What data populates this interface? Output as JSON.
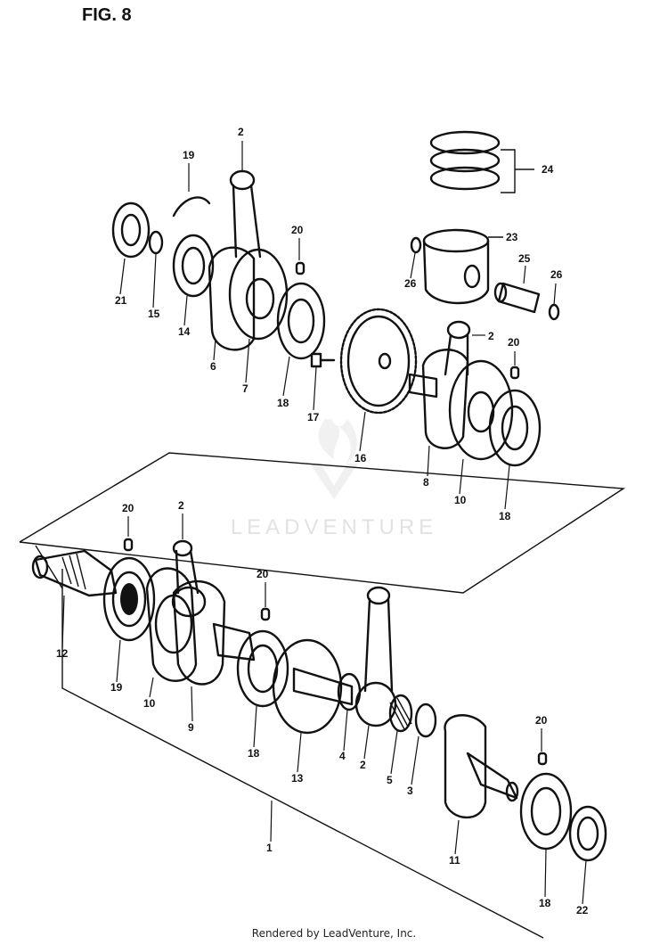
{
  "figure": {
    "title": "FIG. 8",
    "footer": "Rendered by LeadVenture, Inc.",
    "watermark": "LEADVENTURE"
  },
  "callouts": {
    "c1": "1",
    "c2a": "2",
    "c2b": "2",
    "c2c": "2",
    "c2d": "2",
    "c3": "3",
    "c4": "4",
    "c5": "5",
    "c6": "6",
    "c7": "7",
    "c8a": "8",
    "c9": "9",
    "c10a": "10",
    "c10b": "10",
    "c11": "11",
    "c12": "12",
    "c13": "13",
    "c14": "14",
    "c15": "15",
    "c16": "16",
    "c17": "17",
    "c18a": "18",
    "c18b": "18",
    "c18c": "18",
    "c18d": "18",
    "c19a": "19",
    "c19b": "19",
    "c20a": "20",
    "c20b": "20",
    "c20c": "20",
    "c20d": "20",
    "c20e": "20",
    "c21": "21",
    "c22": "22",
    "c23": "23",
    "c24": "24",
    "c25": "25",
    "c26a": "26",
    "c26b": "26"
  }
}
